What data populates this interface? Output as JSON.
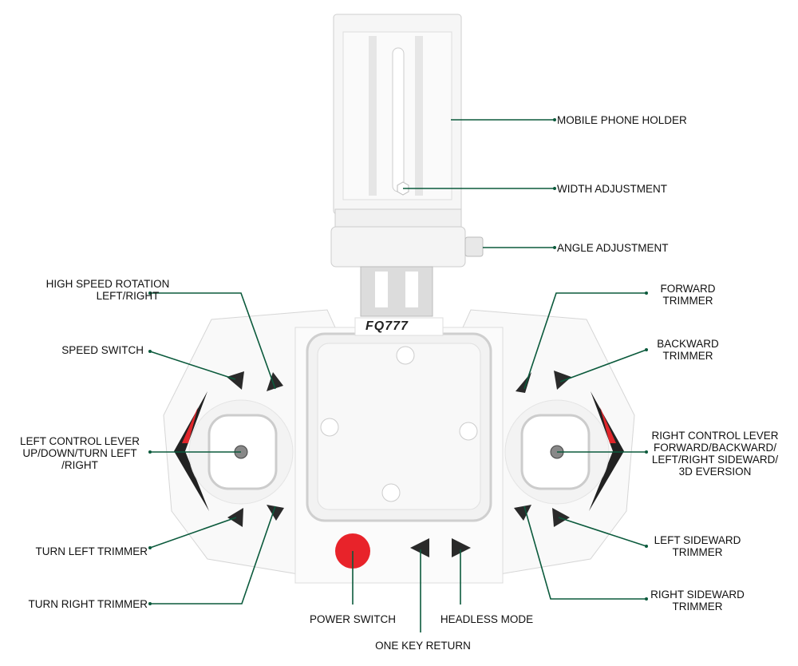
{
  "model_badge": "FQ777",
  "colors": {
    "leader_line": "#0b5a3c",
    "power_button": "#e8232a",
    "accent_stripe": "#e0262b"
  },
  "labels": {
    "mobile_phone_holder": "MOBILE PHONE HOLDER",
    "width_adjustment": "WIDTH ADJUSTMENT",
    "angle_adjustment": "ANGLE ADJUSTMENT",
    "high_speed_rotation": [
      "HIGH SPEED ROTATION",
      "LEFT/RIGHT"
    ],
    "speed_switch": "SPEED SWITCH",
    "left_control_lever": [
      "LEFT CONTROL LEVER",
      "UP/DOWN/TURN LEFT",
      "/RIGHT"
    ],
    "turn_left_trimmer": "TURN LEFT TRIMMER",
    "turn_right_trimmer": "TURN RIGHT TRIMMER",
    "power_switch": "POWER SWITCH",
    "one_key_return": "ONE KEY RETURN",
    "headless_mode": "HEADLESS MODE",
    "forward_trimmer": [
      "FORWARD",
      "TRIMMER"
    ],
    "backward_trimmer": [
      "BACKWARD",
      "TRIMMER"
    ],
    "right_control_lever": [
      "RIGHT CONTROL LEVER",
      "FORWARD/BACKWARD/",
      "LEFT/RIGHT SIDEWARD/",
      "3D EVERSION"
    ],
    "left_sideward_trimmer": [
      "LEFT SIDEWARD",
      "TRIMMER"
    ],
    "right_sideward_trimmer": [
      "RIGHT SIDEWARD",
      "TRIMMER"
    ]
  }
}
